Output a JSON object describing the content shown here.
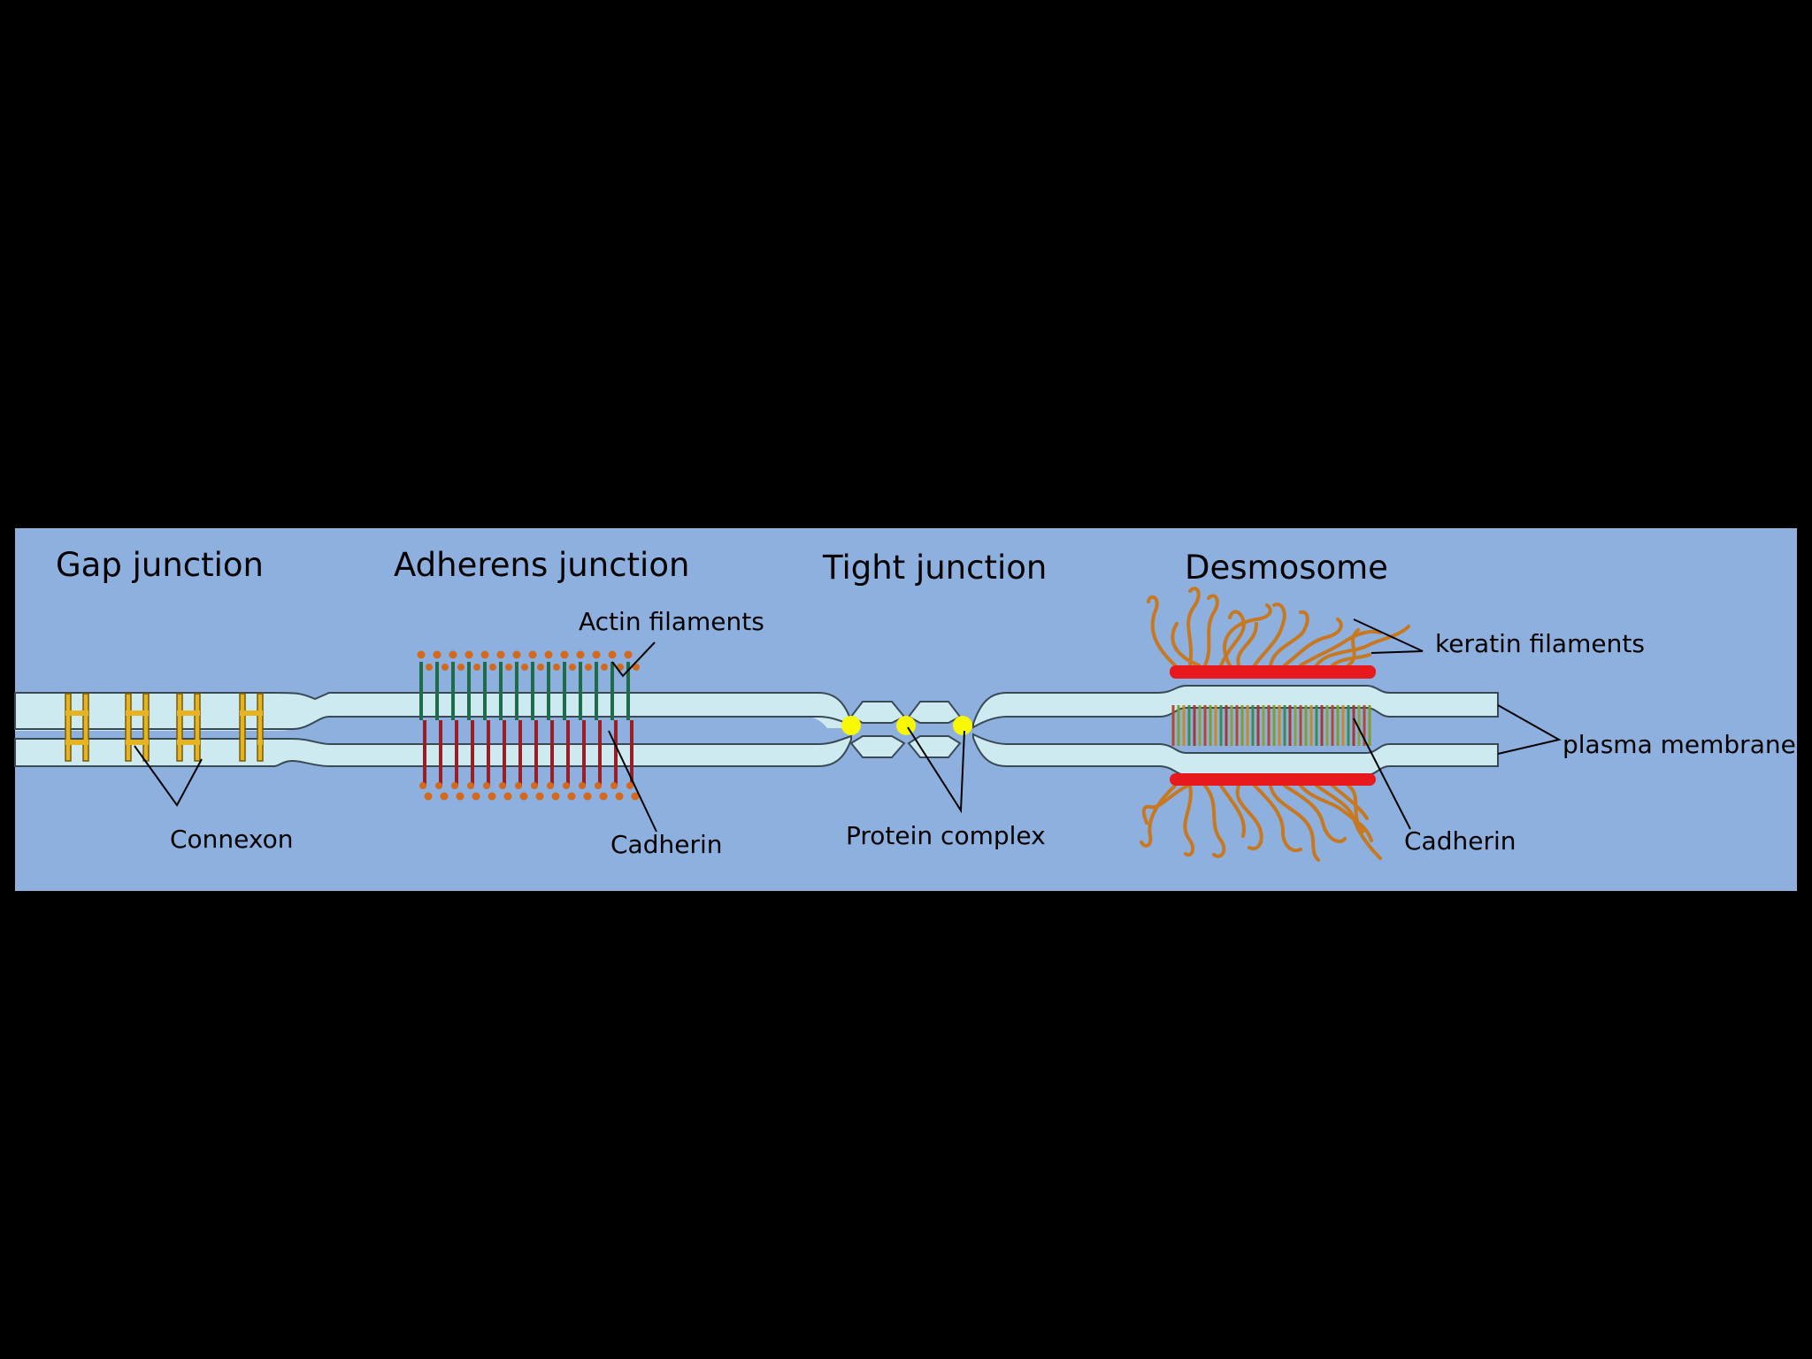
{
  "diagram": {
    "colors": {
      "page_background": "#000000",
      "panel_background": "#8db0df",
      "membrane_fill": "#cdeaf0",
      "membrane_stroke": "#3a4a55",
      "connexon": "#e6b422",
      "cadherin_green": "#1f6b4a",
      "cadherin_red": "#9a1f24",
      "actin_dots": "#d2691e",
      "protein_complex": "#f8f800",
      "desmosome_plaque": "#e8191c",
      "keratin": "#c8781e",
      "leader_line": "#000000"
    },
    "titles": {
      "gap": "Gap junction",
      "adherens": "Adherens junction",
      "tight": "Tight junction",
      "desmosome": "Desmosome"
    },
    "labels": {
      "actin": "Actin filaments",
      "connexon": "Connexon",
      "cadherin_adherens": "Cadherin",
      "protein_complex": "Protein complex",
      "keratin": "keratin filaments",
      "plasma_membrane": "plasma membrane",
      "cadherin_desmosome": "Cadherin"
    }
  }
}
